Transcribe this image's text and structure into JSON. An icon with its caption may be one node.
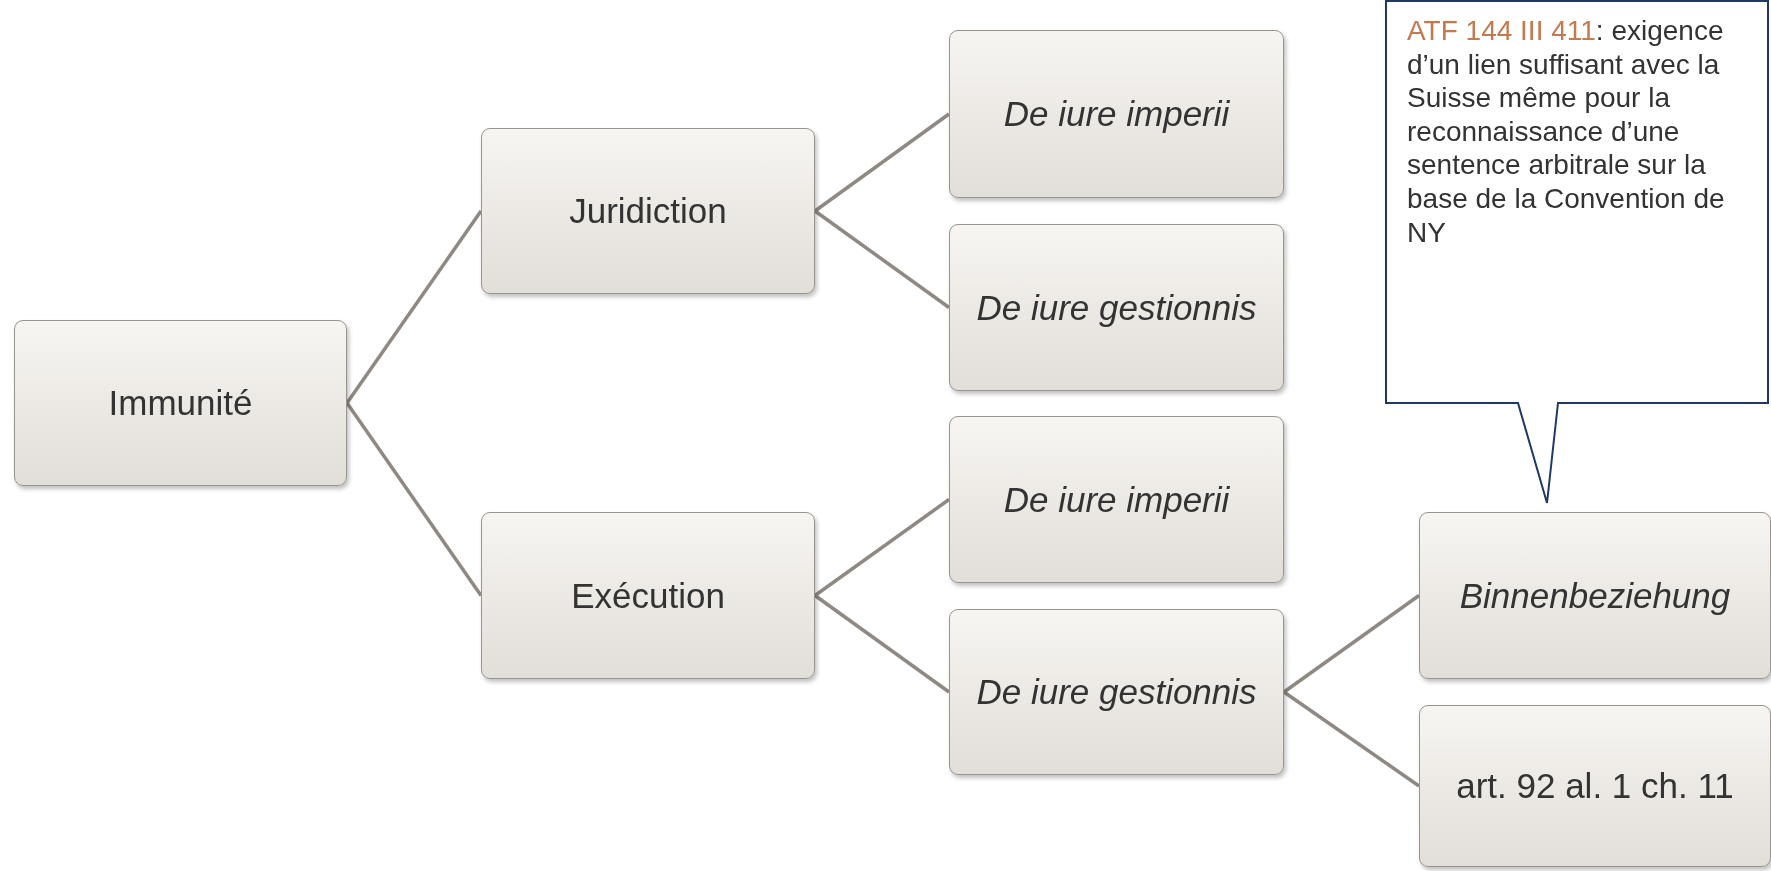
{
  "diagram": {
    "nodes": [
      {
        "text": [
          "Immunité"
        ]
      },
      {
        "text": [
          "Juridiction"
        ]
      },
      {
        "text": [
          "Exécution"
        ]
      },
      {
        "text": [
          "De iure imperii"
        ]
      },
      {
        "text": [
          "De iure gestionnis"
        ]
      },
      {
        "text": [
          "De iure imperii"
        ]
      },
      {
        "text": [
          "De iure gestionnis"
        ]
      },
      {
        "text": [
          "Binnenbeziehung"
        ]
      },
      {
        "text": [
          "art. 92 al. 1 ch. 11"
        ]
      },
      {
        "text": [
          "ATF 144 III 411",
          ": exigence d’un lien suffisant avec la Suisse même pour la reconnaissance d’une sentence arbitrale sur la base de la Convention de NY"
        ]
      }
    ],
    "edges": [
      {
        "from": 0,
        "to": 1,
        "arrow": "none"
      },
      {
        "from": 0,
        "to": 2,
        "arrow": "none"
      },
      {
        "from": 1,
        "to": 3,
        "arrow": "none"
      },
      {
        "from": 1,
        "to": 4,
        "arrow": "none"
      },
      {
        "from": 2,
        "to": 5,
        "arrow": "none"
      },
      {
        "from": 2,
        "to": 6,
        "arrow": "none"
      },
      {
        "from": 6,
        "to": 7,
        "arrow": "none"
      },
      {
        "from": 6,
        "to": 8,
        "arrow": "none"
      }
    ]
  }
}
